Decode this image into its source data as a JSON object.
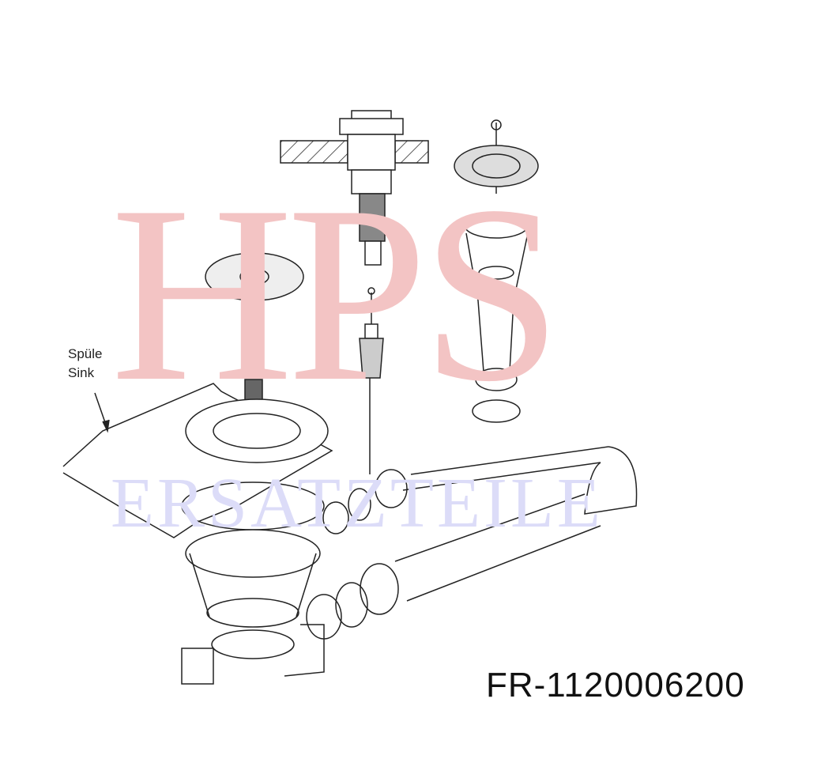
{
  "watermark": {
    "line1": "HPS",
    "line2": "ERSATZTEILE"
  },
  "labels": {
    "sink_de": "Spüle",
    "sink_en": "Sink"
  },
  "part_number": "FR-1120006200"
}
